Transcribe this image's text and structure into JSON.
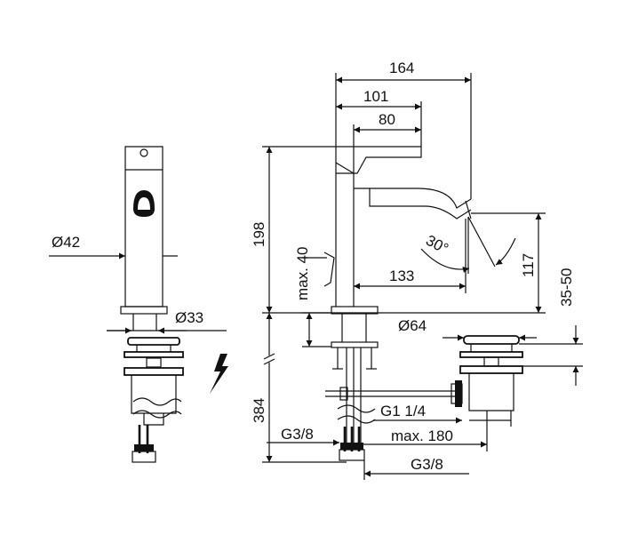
{
  "dimensions": {
    "d164": "164",
    "d101": "101",
    "d80": "80",
    "d198": "198",
    "dmax40": "max. 40",
    "d133": "133",
    "d117": "117",
    "d3550": "35-50",
    "dangle": "30°",
    "dphi42": "Ø42",
    "dphi33": "Ø33",
    "dphi64": "Ø64",
    "d384": "384",
    "dG38left": "G3/8",
    "dG114": "G1 1/4",
    "dmax180": "max. 180",
    "dG38bottom": "G3/8"
  },
  "icons": {
    "electric": "lightning-bolt-icon"
  },
  "colors": {
    "line": "#111111",
    "background": "#ffffff"
  }
}
